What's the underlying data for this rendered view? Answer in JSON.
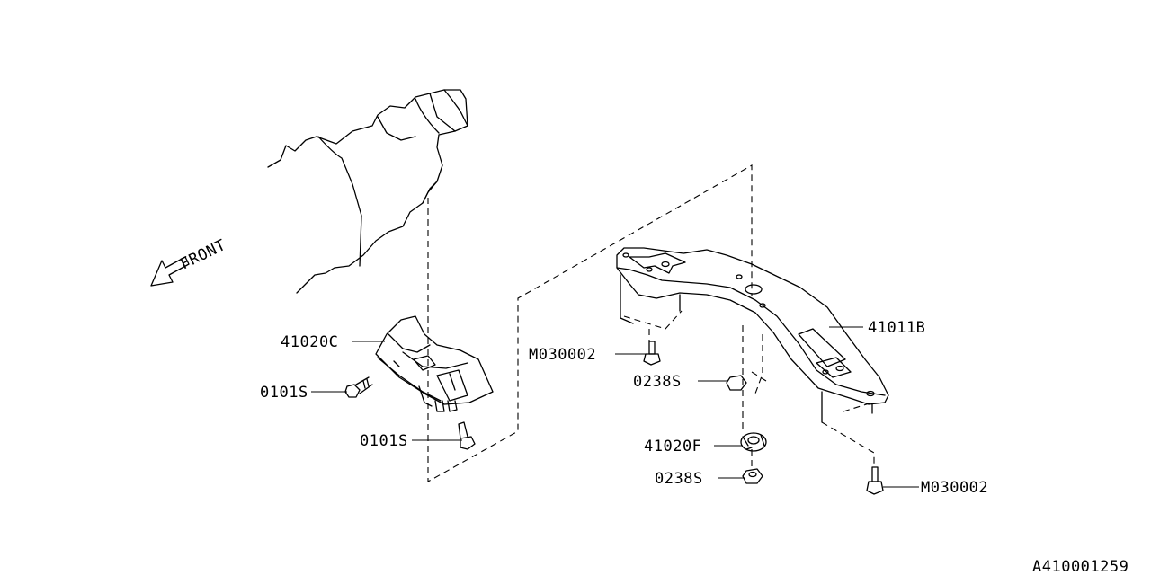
{
  "front_label": "FRONT",
  "diagram_id": "A410001259",
  "callouts": {
    "bracket_left": "41020C",
    "bolt_upper_left": "0101S",
    "bolt_lower_left": "0101S",
    "crossmember": "41011B",
    "bolt_upper_right": "M030002",
    "nut_upper": "0238S",
    "cushion": "41020F",
    "nut_lower": "0238S",
    "bolt_lower_right": "M030002"
  }
}
